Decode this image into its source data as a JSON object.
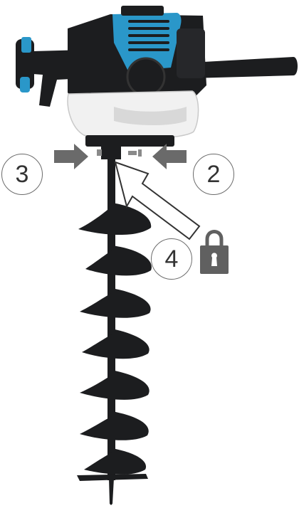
{
  "callouts": {
    "step_2": "2",
    "step_3": "3",
    "step_4": "4"
  },
  "icons": {
    "lock": "lock-icon",
    "arrow_left_in": "arrow-right-icon",
    "arrow_right_in": "arrow-left-icon",
    "arrow_diagonal": "arrow-up-left-icon"
  },
  "colors": {
    "engine_blue": "#2a97c9",
    "machine_dark": "#1c1d1f",
    "arrow_gray": "#6a6a6a",
    "housing_white": "#f1f1f1",
    "lock_gray": "#606060"
  }
}
